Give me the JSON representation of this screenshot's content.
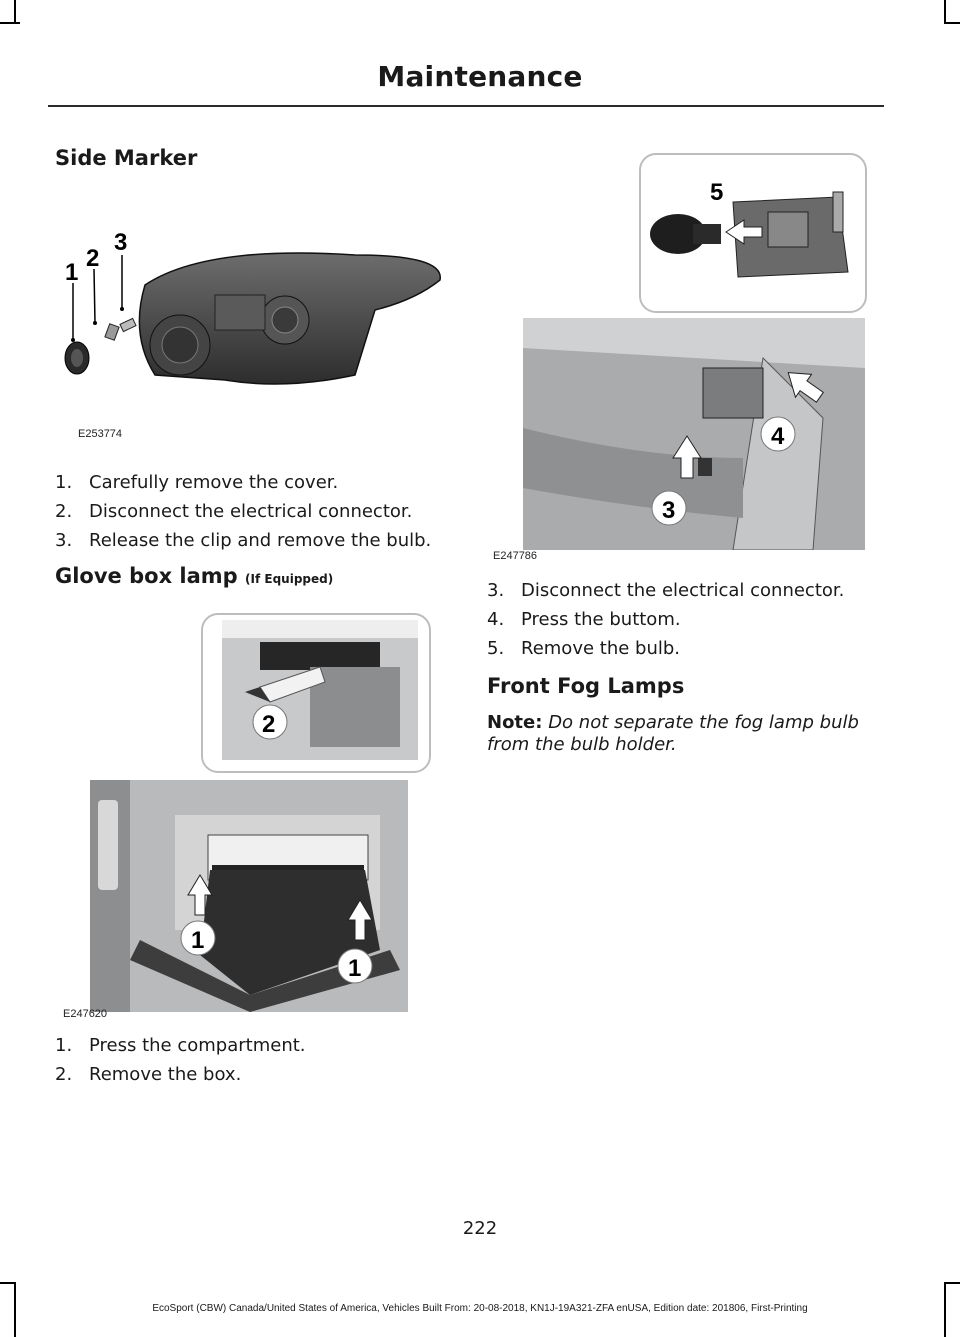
{
  "header": {
    "title": "Maintenance"
  },
  "side_marker": {
    "heading": "Side Marker",
    "figure_code": "E253774",
    "callouts": [
      "1",
      "2",
      "3"
    ],
    "steps": [
      {
        "num": "1.",
        "text": "Carefully remove the cover."
      },
      {
        "num": "2.",
        "text": "Disconnect the electrical connector."
      },
      {
        "num": "3.",
        "text": "Release the clip and remove the bulb."
      }
    ]
  },
  "glove_box": {
    "heading": "Glove box lamp",
    "qualifier": "(If Equipped)",
    "figure_code": "E247620",
    "callouts": [
      "2",
      "1",
      "1"
    ],
    "steps": [
      {
        "num": "1.",
        "text": "Press the compartment."
      },
      {
        "num": "2.",
        "text": "Remove the box."
      }
    ]
  },
  "right_figure": {
    "figure_code": "E247786",
    "callouts": [
      "5",
      "4",
      "3"
    ],
    "steps": [
      {
        "num": "3.",
        "text": "Disconnect the electrical connector."
      },
      {
        "num": "4.",
        "text": "Press the buttom."
      },
      {
        "num": "5.",
        "text": "Remove the bulb."
      }
    ]
  },
  "front_fog": {
    "heading": "Front Fog Lamps",
    "note_label": "Note:",
    "note_text": "Do not separate the fog lamp bulb from the bulb holder."
  },
  "page_number": "222",
  "footer": "EcoSport (CBW) Canada/United States of America, Vehicles Built From: 20-08-2018, KN1J-19A321-ZFA enUSA, Edition date: 201806, First-Printing"
}
